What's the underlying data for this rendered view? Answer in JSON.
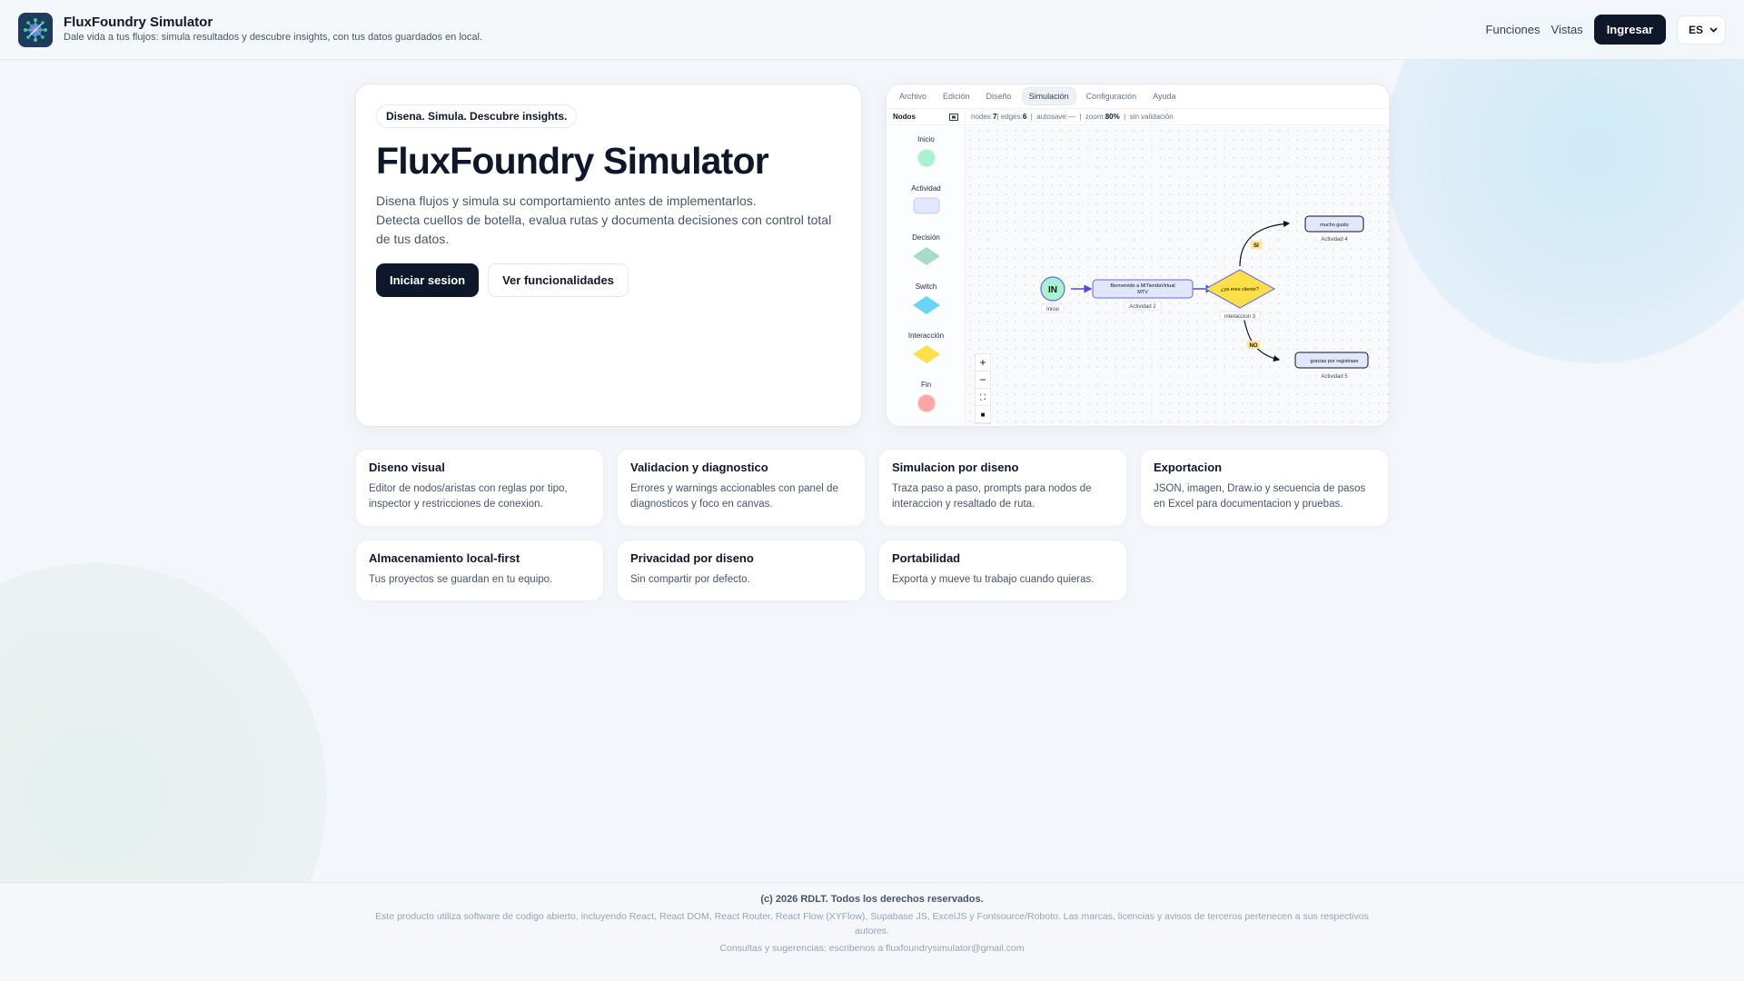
{
  "header": {
    "title": "FluxFoundry Simulator",
    "subtitle": "Dale vida a tus flujos: simula resultados y descubre insights, con tus datos guardados en local.",
    "logo_icon": "network-node-icon",
    "nav": [
      {
        "label": "Funciones"
      },
      {
        "label": "Vistas"
      }
    ],
    "login_label": "Ingresar",
    "language": {
      "selected": "ES"
    }
  },
  "hero": {
    "tagline": "Disena. Simula. Descubre insights.",
    "title": "FluxFoundry Simulator",
    "text_line1": "Disena flujos y simula su comportamiento antes de implementarlos.",
    "text_line2": "Detecta cuellos de botella, evalua rutas y documenta decisiones con control total de tus datos.",
    "primary_label": "Iniciar sesion",
    "secondary_label": "Ver funcionalidades"
  },
  "preview": {
    "menu": [
      {
        "label": "Archivo"
      },
      {
        "label": "Edición"
      },
      {
        "label": "Diseño"
      },
      {
        "label": "Simulación",
        "active": true
      },
      {
        "label": "Configuración"
      },
      {
        "label": "Ayuda"
      }
    ],
    "palette_title": "Nodos",
    "stats": {
      "nodes_label": "nodes:",
      "nodes": "7",
      "edges_label": "edges:",
      "edges": "6",
      "autosave": "autosave:—",
      "zoom_label": "zoom:",
      "zoom": "80%",
      "validation": "sin validación"
    },
    "palette": [
      {
        "label": "Inicio",
        "shape": "circle",
        "color": "#a7f3d0"
      },
      {
        "label": "Actividad",
        "shape": "rounded-rect",
        "color": "#e0e7ff"
      },
      {
        "label": "Decisión",
        "shape": "diamond",
        "color": "#a7dcc8"
      },
      {
        "label": "Switch",
        "shape": "diamond",
        "color": "#67d4fa"
      },
      {
        "label": "Interacción",
        "shape": "diamond",
        "color": "#fde047"
      },
      {
        "label": "Fin",
        "shape": "circle",
        "color": "#fca5a5"
      }
    ],
    "zoom_controls": [
      "+",
      "−",
      "⛶",
      "🔒"
    ],
    "flow": {
      "start": {
        "text": "IN",
        "label": "Inicio"
      },
      "activity2": {
        "text_line1": "Bienvenido a MiTiendaVirtual",
        "text_line2": "MTV",
        "label": "Actividad 2"
      },
      "interaction3": {
        "text": "¿ya eres cliente?",
        "label": "interaccion 3"
      },
      "activity4": {
        "text": "mucho gusto",
        "label": "Actividad 4"
      },
      "activity5": {
        "text": "gracias por registrase",
        "label": "Actividad 5"
      },
      "edge_yes": "SI",
      "edge_no": "NO"
    }
  },
  "features": [
    {
      "title": "Diseno visual",
      "text": "Editor de nodos/aristas con reglas por tipo, inspector y restricciones de conexion."
    },
    {
      "title": "Validacion y diagnostico",
      "text": "Errores y warnings accionables con panel de diagnosticos y foco en canvas."
    },
    {
      "title": "Simulacion por diseno",
      "text": "Traza paso a paso, prompts para nodos de interaccion y resaltado de ruta."
    },
    {
      "title": "Exportacion",
      "text": "JSON, imagen, Draw.io y secuencia de pasos en Excel para documentacion y pruebas."
    },
    {
      "title": "Almacenamiento local-first",
      "text": "Tus proyectos se guardan en tu equipo."
    },
    {
      "title": "Privacidad por diseno",
      "text": "Sin compartir por defecto."
    },
    {
      "title": "Portabilidad",
      "text": "Exporta y mueve tu trabajo cuando quieras."
    }
  ],
  "footer": {
    "copyright": "(c) 2026 RDLT. Todos los derechos reservados.",
    "oss": "Este producto utiliza software de codigo abierto, incluyendo React, React DOM, React Router, React Flow (XYFlow), Supabase JS, ExcelJS y Fontsource/Roboto. Las marcas, licencias y avisos de terceros pertenecen a sus respectivos autores.",
    "contact_prefix": "Consultas y sugerencias: escribenos a",
    "contact_email": "fluxfoundrysimulator@gmail.com"
  },
  "colors": {
    "primary_dark": "#0f172a",
    "accent_blue": "#5b5bd6",
    "interaction_yellow": "#fde047"
  }
}
